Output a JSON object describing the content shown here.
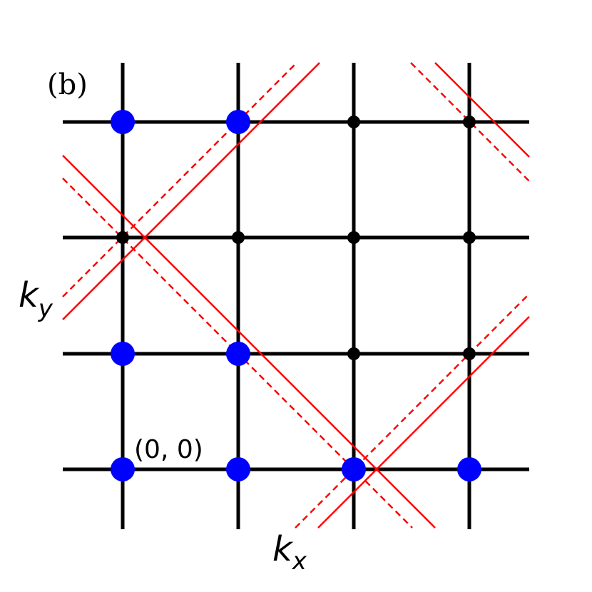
{
  "panel_label": "(b)",
  "x_axis_label": {
    "base": "k",
    "sub": "x"
  },
  "y_axis_label": {
    "base": "k",
    "sub": "y"
  },
  "origin_label": "(0, 0)",
  "colors": {
    "grid": "#000000",
    "blue_point": "#0000ff",
    "black_point": "#000000",
    "red_line": "#ff0000"
  },
  "lattice": {
    "columns": 4,
    "rows": 4,
    "points": [
      {
        "i": 0,
        "j": 0,
        "type": "blue"
      },
      {
        "i": 1,
        "j": 0,
        "type": "blue"
      },
      {
        "i": 2,
        "j": 0,
        "type": "blue"
      },
      {
        "i": 3,
        "j": 0,
        "type": "blue"
      },
      {
        "i": 0,
        "j": 1,
        "type": "blue"
      },
      {
        "i": 1,
        "j": 1,
        "type": "blue"
      },
      {
        "i": 2,
        "j": 1,
        "type": "black"
      },
      {
        "i": 3,
        "j": 1,
        "type": "black"
      },
      {
        "i": 0,
        "j": 2,
        "type": "black"
      },
      {
        "i": 1,
        "j": 2,
        "type": "black"
      },
      {
        "i": 2,
        "j": 2,
        "type": "black"
      },
      {
        "i": 3,
        "j": 2,
        "type": "black"
      },
      {
        "i": 0,
        "j": 3,
        "type": "blue"
      },
      {
        "i": 1,
        "j": 3,
        "type": "blue"
      },
      {
        "i": 2,
        "j": 3,
        "type": "black"
      },
      {
        "i": 3,
        "j": 3,
        "type": "black"
      }
    ]
  }
}
